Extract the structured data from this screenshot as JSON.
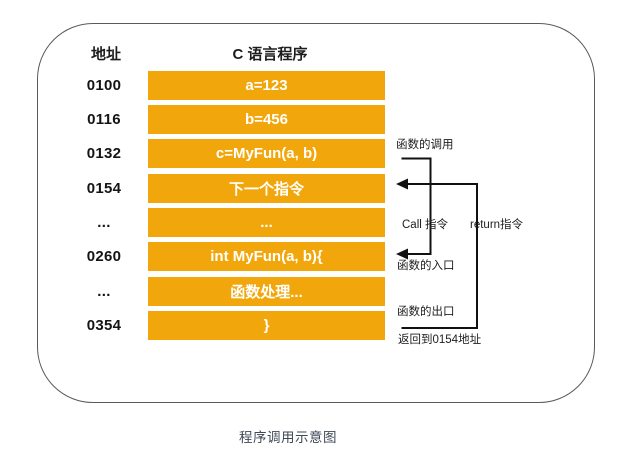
{
  "diagram": {
    "header": {
      "address_col": "地址",
      "program_col": "C 语言程序"
    },
    "rows": [
      {
        "address": "0100",
        "instruction": "a=123"
      },
      {
        "address": "0116",
        "instruction": "b=456"
      },
      {
        "address": "0132",
        "instruction": "c=MyFun(a, b)"
      },
      {
        "address": "0154",
        "instruction": "下一个指令"
      },
      {
        "address": "...",
        "instruction": "..."
      },
      {
        "address": "0260",
        "instruction": "int MyFun(a, b){"
      },
      {
        "address": "...",
        "instruction": "函数处理..."
      },
      {
        "address": "0354",
        "instruction": "}"
      }
    ],
    "annotations": {
      "call_label": "函数的调用",
      "call_instruction": "Call 指令",
      "return_instruction": "return指令",
      "entry_label": "函数的入口",
      "exit_label": "函数的出口",
      "return_to_label": "返回到0154地址"
    },
    "colors": {
      "bar_fill": "#F1A70B",
      "bar_text": "#FFFFFF",
      "label_text": "#1D1D1F",
      "caption_text": "#3E4A57",
      "frame_border": "#5A5A5A",
      "arrow": "#111111"
    }
  },
  "caption": "程序调用示意图"
}
